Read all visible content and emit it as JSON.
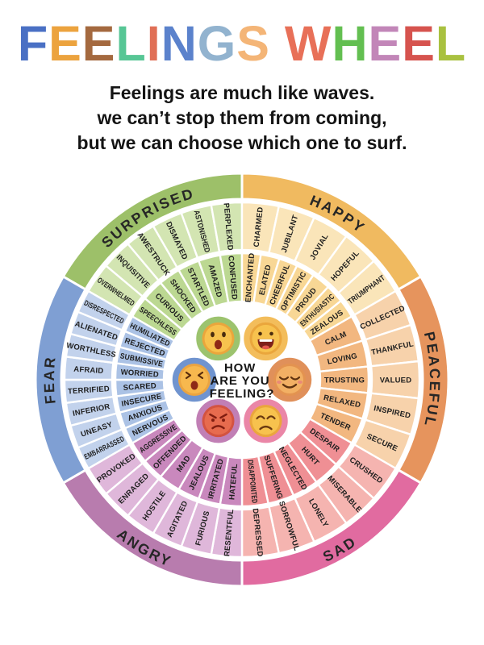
{
  "title": {
    "text": "FEELINGS WHEEL",
    "letters": [
      {
        "ch": "F",
        "color": "#4a70c4"
      },
      {
        "ch": "E",
        "color": "#eca33e"
      },
      {
        "ch": "E",
        "color": "#a4693f"
      },
      {
        "ch": "L",
        "color": "#57c695"
      },
      {
        "ch": "I",
        "color": "#e06f56"
      },
      {
        "ch": "N",
        "color": "#5b82cc"
      },
      {
        "ch": "G",
        "color": "#92b3cf"
      },
      {
        "ch": "S",
        "color": "#f4b577"
      },
      {
        "ch": " ",
        "color": ""
      },
      {
        "ch": "W",
        "color": "#e87058"
      },
      {
        "ch": "H",
        "color": "#63bf51"
      },
      {
        "ch": "E",
        "color": "#c286b8"
      },
      {
        "ch": "E",
        "color": "#d6534e"
      },
      {
        "ch": "L",
        "color": "#a9c140"
      }
    ]
  },
  "subtitle": {
    "lines": [
      "Feelings are much like waves.",
      "we can’t stop them from coming,",
      "but we can choose which one to surf."
    ]
  },
  "wheel": {
    "center_lines": [
      "HOW",
      "ARE YOU",
      "FEELING?"
    ],
    "sections": [
      {
        "name": "SURPRISED",
        "emoji": "surprised-face",
        "colors": {
          "band": "#9dc069",
          "outer_ring": "#d3e5b2",
          "middle_ring": "#bcd892",
          "emoji_ring": "#9cc36e"
        },
        "outer": [
          "OVERWHELMED",
          "INQUISITIVE",
          "AWESTRUCK",
          "DISMAYED",
          "ASTONISHED",
          "PERPLEXED"
        ],
        "middle": [
          "SPEECHLESS",
          "CURIOUS",
          "SHOCKED",
          "STARTLED",
          "AMAZED",
          "CONFUSED"
        ]
      },
      {
        "name": "HAPPY",
        "emoji": "happy-face",
        "colors": {
          "band": "#f0ba60",
          "outer_ring": "#fae5b9",
          "middle_ring": "#f8d795",
          "emoji_ring": "#f3bd5b"
        },
        "outer": [
          "CHARMED",
          "JUBILANT",
          "JOVIAL",
          "HOPEFUL",
          "TRIUMPHANT"
        ],
        "middle": [
          "ENCHANTED",
          "ELATED",
          "CHEERFUL",
          "OPTIMISTIC",
          "PROUD",
          "ENTHUSIASTIC",
          "ZEALOUS"
        ]
      },
      {
        "name": "PEACEFUL",
        "emoji": "peaceful-face",
        "colors": {
          "band": "#e6945d",
          "outer_ring": "#f7d2ab",
          "middle_ring": "#f2b780",
          "emoji_ring": "#e0905a"
        },
        "outer": [
          "COLLECTED",
          "THANKFUL",
          "VALUED",
          "INSPIRED",
          "SECURE"
        ],
        "middle": [
          "CALM",
          "LOVING",
          "TRUSTING",
          "RELAXED",
          "TENDER"
        ]
      },
      {
        "name": "SAD",
        "emoji": "sad-face",
        "colors": {
          "band": "#e16ba0",
          "outer_ring": "#f5b4b0",
          "middle_ring": "#ef8f94",
          "emoji_ring": "#ea86a7"
        },
        "outer": [
          "CRUSHED",
          "MISERABLE",
          "LONELY",
          "SORROWFUL",
          "DEPRESSED"
        ],
        "middle": [
          "DESPAIR",
          "HURT",
          "NEGLECTED",
          "SUFFERING",
          "DISAPPOINTED"
        ]
      },
      {
        "name": "ANGRY",
        "emoji": "angry-face",
        "colors": {
          "band": "#b87cae",
          "outer_ring": "#dfb7da",
          "middle_ring": "#c988bd",
          "emoji_ring": "#c17fb5"
        },
        "outer": [
          "RESENTFUL",
          "FURIOUS",
          "AGITATED",
          "HOSTILE",
          "ENRAGED",
          "PROVOKED"
        ],
        "middle": [
          "HATEFUL",
          "IRRITATED",
          "JEALOUS",
          "MAD",
          "OFFENDED",
          "AGGRESSIVE"
        ]
      },
      {
        "name": "FEAR",
        "emoji": "fear-face",
        "colors": {
          "band": "#7f9fd3",
          "outer_ring": "#c2d2ec",
          "middle_ring": "#abc2e5",
          "emoji_ring": "#7094cf"
        },
        "outer": [
          "EMBARRASSED",
          "UNEASY",
          "INFERIOR",
          "TERRIFIED",
          "AFRAID",
          "WORTHLESS",
          "ALIENATED",
          "DISRESPECTED"
        ],
        "middle": [
          "NERVOUS",
          "ANXIOUS",
          "INSECURE",
          "SCARED",
          "WORRIED",
          "SUBMISSIVE",
          "REJECTED",
          "HUMILIATED"
        ]
      }
    ]
  }
}
